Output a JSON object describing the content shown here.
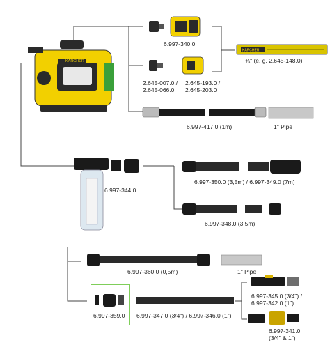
{
  "parts": {
    "connector_kit_top": "6.997-340.0",
    "garden_hose": "¾\" (e. g. 2.645-148.0)",
    "hose_print": "KÄRCHER",
    "adapter_left": "2.645-007.0 /\n2.645-066.0",
    "adapter_right": "2.645-193.0 /\n2.645-203.0",
    "flex_hose_1m": "6.997-417.0 (1m)",
    "pipe_1in_top": "1\" Pipe",
    "filter": "6.997-344.0",
    "suction_hose_long": "6.997-350.0 (3,5m) / 6.997-349.0 (7m)",
    "suction_hose_short": "6.997-348.0 (3,5m)",
    "connection_05m": "6.997-360.0 (0,5m)",
    "pipe_1in_mid": "1\" Pipe",
    "connector_359": "6.997-359.0",
    "hose_347": "6.997-347.0 (3/4\") / 6.997-346.0 (1\")",
    "valve_345": "6.997-345.0 (3/4\") /\n6.997-342.0 (1\")",
    "valve_341": "6.997-341.0\n(3/4\" & 1\")"
  },
  "brand": "KÄRCHER",
  "colors": {
    "accent_yellow": "#f2d000",
    "line": "#444444",
    "highlight_border": "#7fce5a",
    "hose_black": "#1a1a1a",
    "pipe_grey": "#c8c8c8"
  }
}
